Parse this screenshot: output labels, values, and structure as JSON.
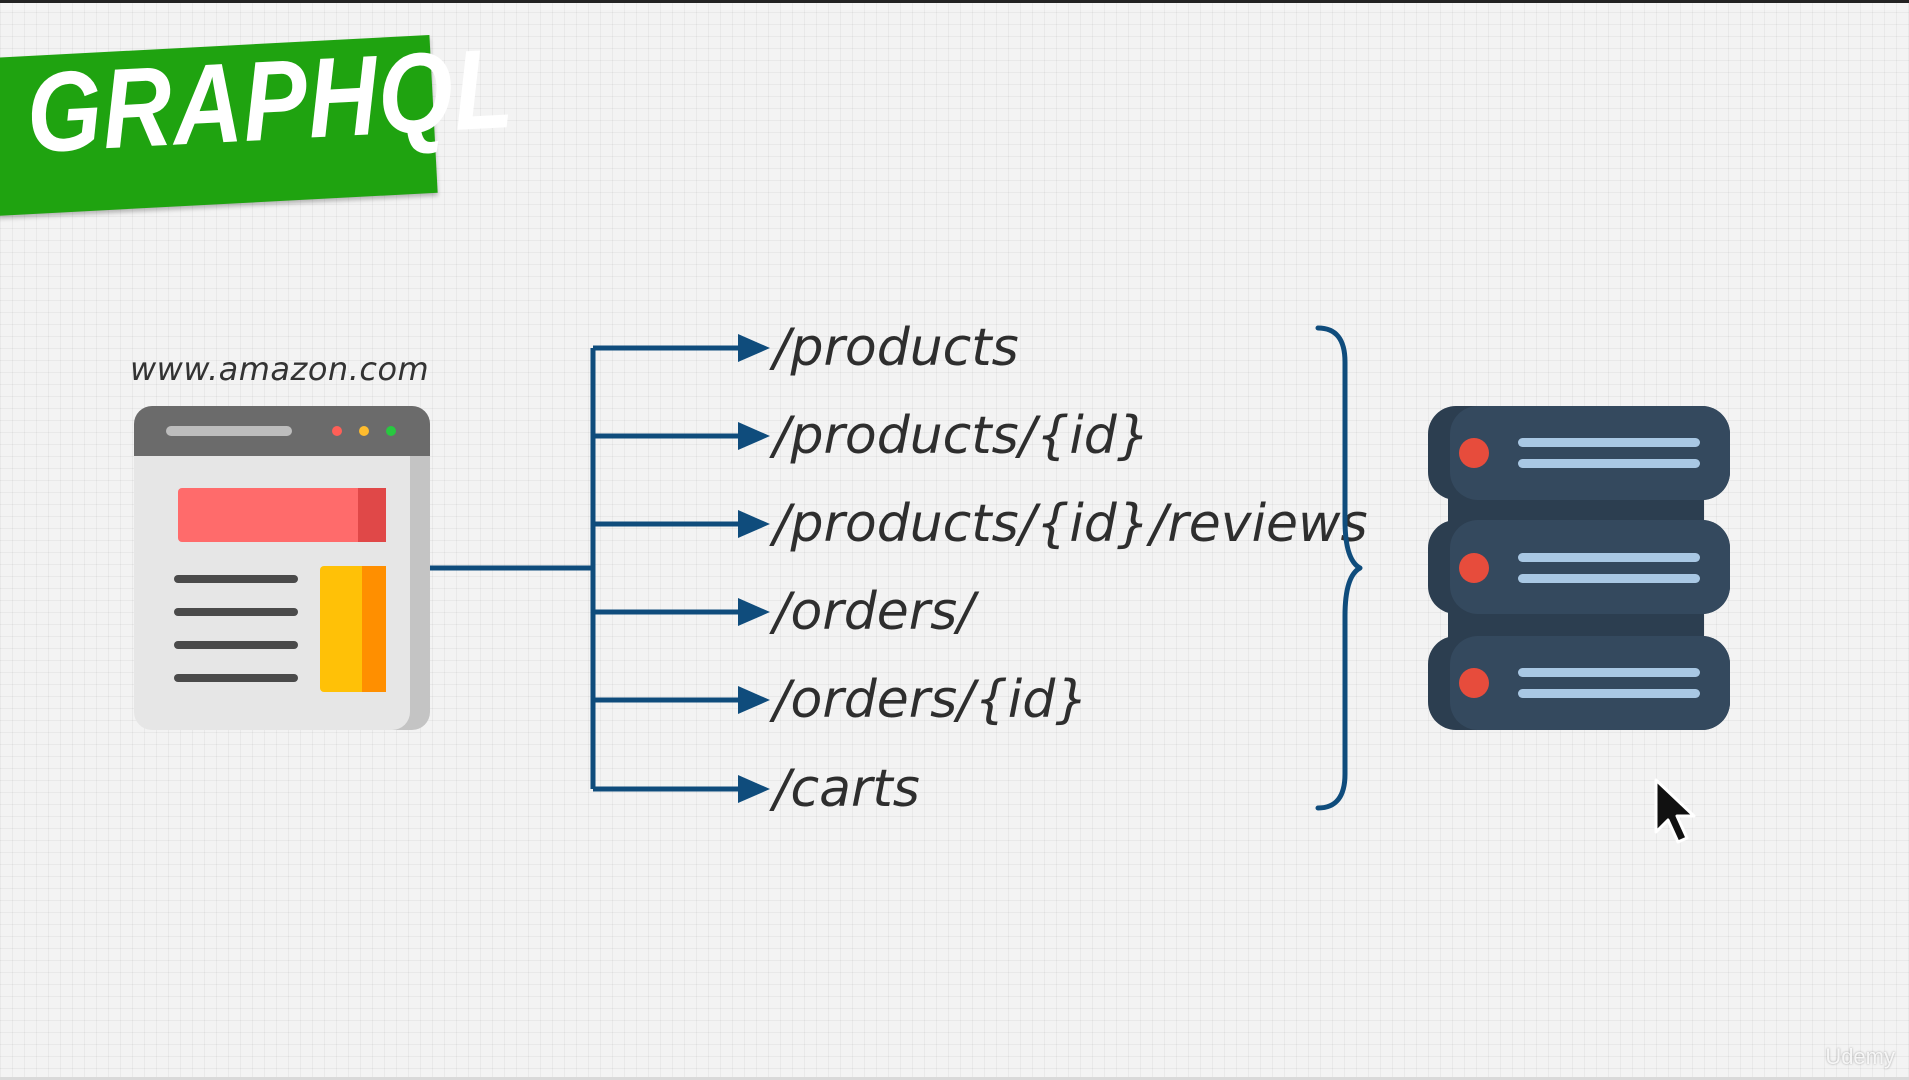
{
  "logo": {
    "text": "GRAPHQL",
    "color": "#1fa310"
  },
  "client": {
    "label": "www.amazon.com",
    "icon": "browser-window-icon"
  },
  "endpoints": [
    "/products",
    "/products/{id}",
    "/products/{id}/reviews",
    "/orders/",
    "/orders/{id}",
    "/carts"
  ],
  "server": {
    "icon": "server-stack-icon"
  },
  "watermark": "Udemy",
  "colors": {
    "connector": "#0f4c7c",
    "server": "#34495e",
    "server_dark": "#2c3e50",
    "server_led": "#e74c3c",
    "server_lines": "#a9c8e4",
    "browser_accent": "#ff6b6b",
    "browser_sidebar": "#ffc107"
  }
}
